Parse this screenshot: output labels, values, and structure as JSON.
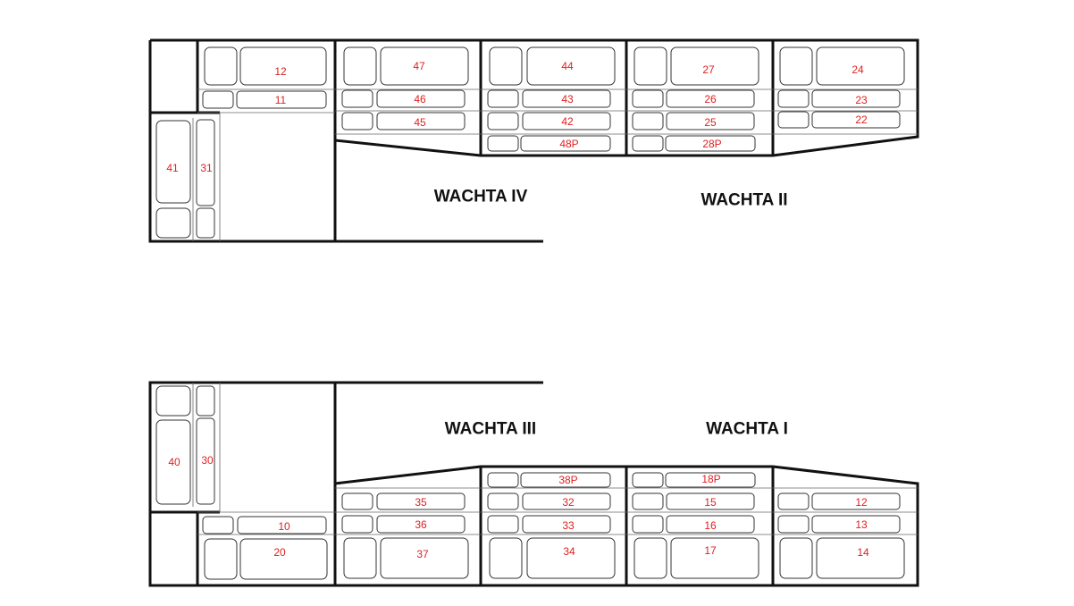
{
  "zones": {
    "wachta_iv": "WACHTA IV",
    "wachta_ii": "WACHTA II",
    "wachta_iii": "WACHTA III",
    "wachta_i": "WACHTA I"
  },
  "berths": {
    "b12_top": "12",
    "b11": "11",
    "b41": "41",
    "b31": "31",
    "b47": "47",
    "b46": "46",
    "b45": "45",
    "b44": "44",
    "b43": "43",
    "b42": "42",
    "b48p": "48P",
    "b27": "27",
    "b26": "26",
    "b25": "25",
    "b28p": "28P",
    "b24": "24",
    "b23": "23",
    "b22": "22",
    "b40": "40",
    "b30": "30",
    "b10": "10",
    "b20": "20",
    "b35": "35",
    "b36": "36",
    "b37": "37",
    "b38p": "38P",
    "b32": "32",
    "b33": "33",
    "b34": "34",
    "b18p": "18P",
    "b15": "15",
    "b16": "16",
    "b17": "17",
    "b12_bottom": "12",
    "b13": "13",
    "b14": "14"
  }
}
